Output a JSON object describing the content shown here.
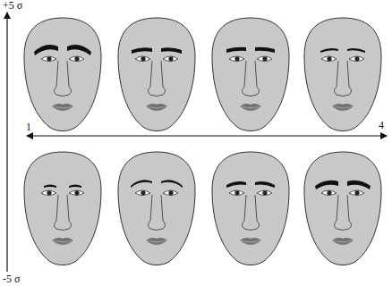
{
  "diagram": {
    "labels": [
      "+5 σ",
      "1",
      "4",
      "-5 σ"
    ]
  }
}
